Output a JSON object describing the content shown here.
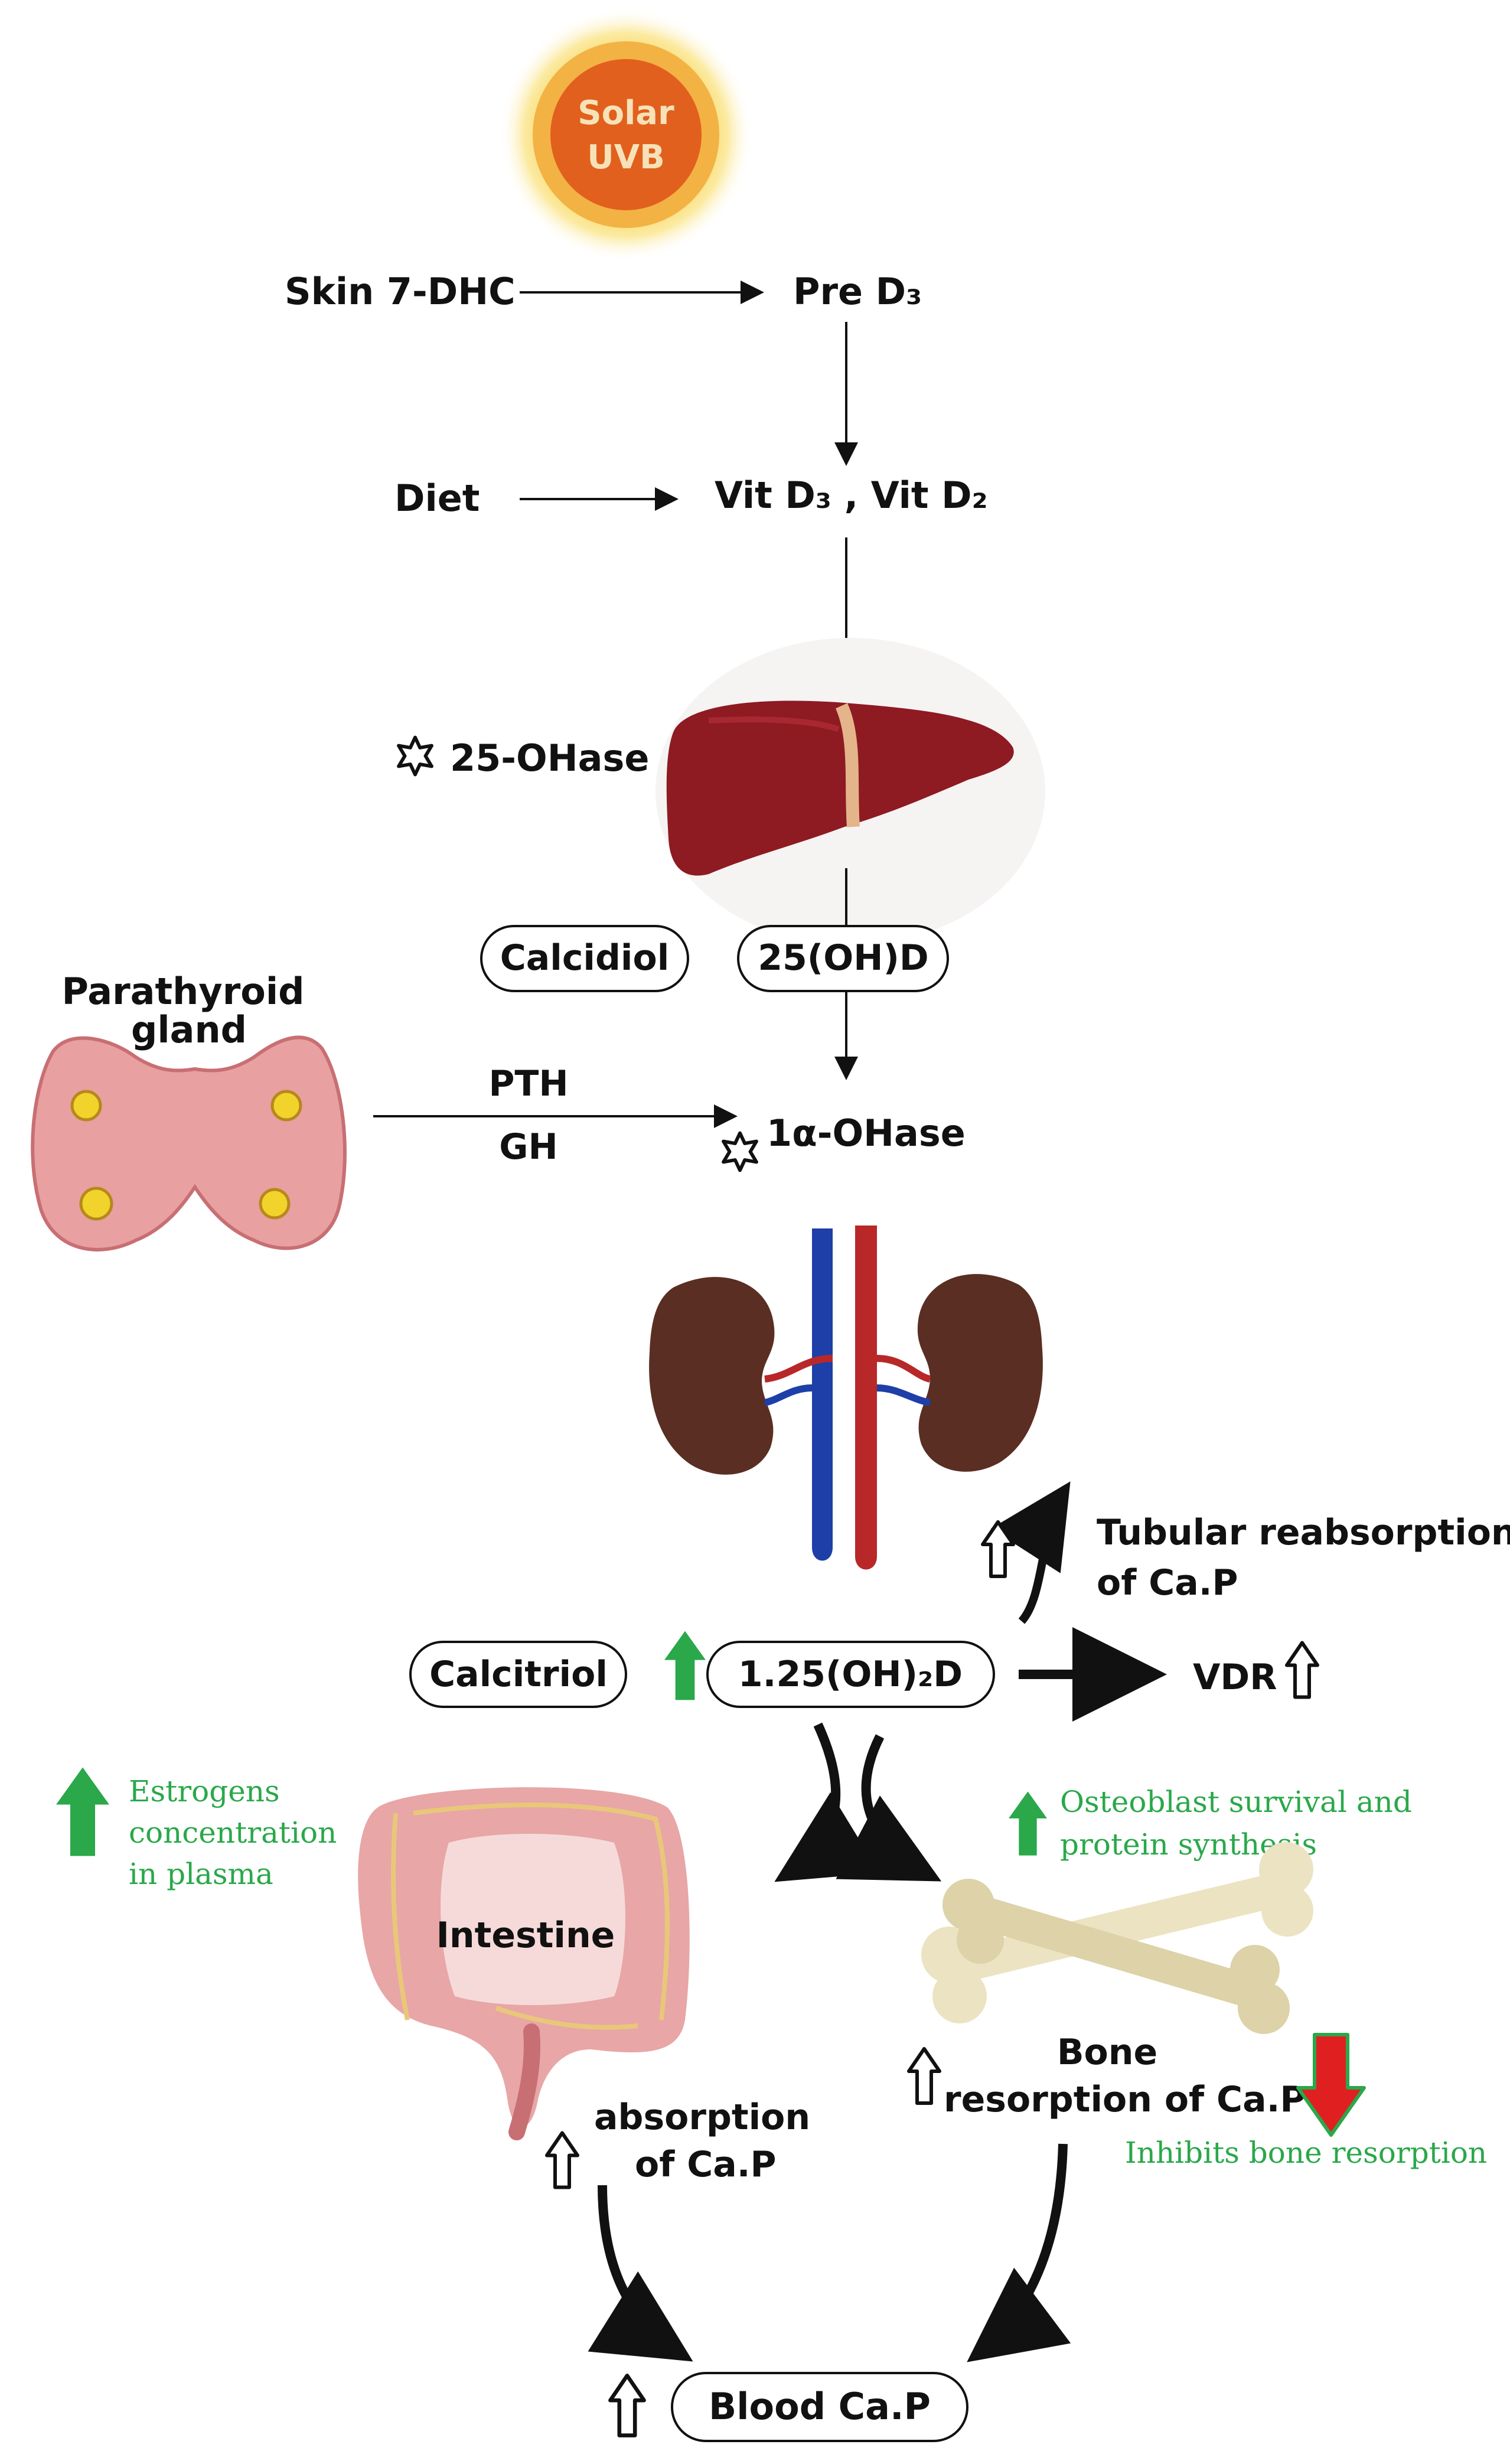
{
  "sun": {
    "line1": "Solar",
    "line2": "UVB"
  },
  "pathway": {
    "skin": "Skin 7-DHC",
    "pre": "Pre D₃",
    "diet": "Diet",
    "vit": "Vit D₃ , Vit D₂",
    "enzyme25": "25-OHase",
    "calcidiol": "Calcidiol",
    "oh_d": "25(OH)D",
    "enzyme1a": "1α-OHase",
    "pth": "PTH",
    "gh": "GH",
    "parathyroid_line1": "Parathyroid",
    "parathyroid_line2": "gland",
    "calcitriol": "Calcitriol",
    "oh2d": "1.25(OH)₂D",
    "vdr": "VDR",
    "tubular_line1": "Tubular reabsorption",
    "tubular_line2": "of Ca.P",
    "intestine": "Intestine",
    "absorption_line1": "absorption",
    "absorption_line2": "of Ca.P",
    "bone_line1": "Bone",
    "bone_line2": "resorption of Ca.P",
    "blood": "Blood Ca.P"
  },
  "notes": {
    "estrogens": [
      "Estrogens",
      "concentration",
      "in plasma"
    ],
    "osteoblast": [
      "Osteoblast survival and",
      "protein synthesis"
    ],
    "inhibits": "Inhibits bone resorption"
  },
  "colors": {
    "green": "#2aa84a",
    "red": "#e02020",
    "liver": "#8e1a22",
    "kidney": "#5a2e22",
    "intestine": "#e8a6a6",
    "bone": "#ece3c2",
    "sun_core": "#e2601d"
  },
  "icons": [
    "sun-icon",
    "liver-icon",
    "parathyroid-gland-icon",
    "kidneys-icon",
    "intestine-icon",
    "bones-icon",
    "star-icon",
    "up-outline-arrow-icon",
    "up-green-arrow-icon",
    "down-red-arrow-icon",
    "curved-arrow-icon"
  ]
}
